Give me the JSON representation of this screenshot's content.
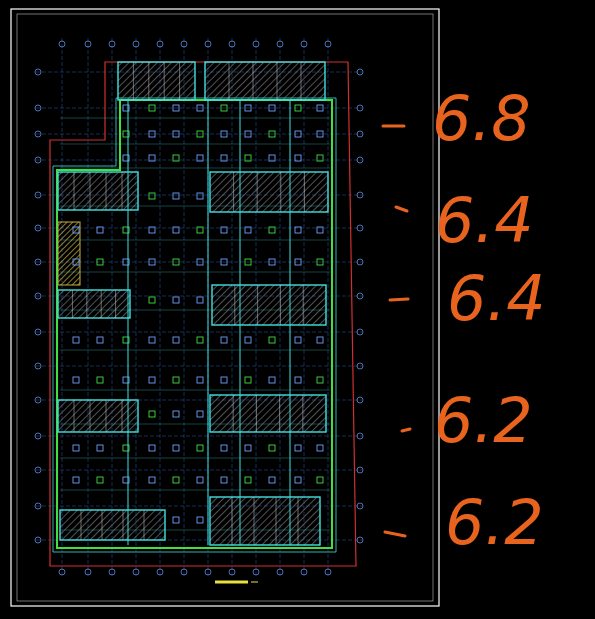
{
  "diagram": {
    "labels": [
      "6.8",
      "6.4",
      "6.4",
      "6.2",
      "6.2"
    ]
  }
}
